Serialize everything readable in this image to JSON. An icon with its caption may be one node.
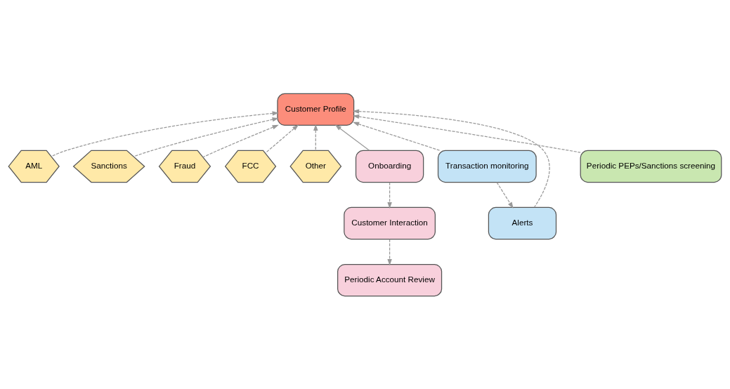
{
  "diagram": {
    "nodes": [
      {
        "text": [
          "Customer Profile"
        ]
      },
      {
        "text": [
          "AML"
        ]
      },
      {
        "text": [
          "Sanctions"
        ]
      },
      {
        "text": [
          "Fraud"
        ]
      },
      {
        "text": [
          "FCC"
        ]
      },
      {
        "text": [
          "Other"
        ]
      },
      {
        "text": [
          "Onboarding"
        ]
      },
      {
        "text": [
          "Customer Interaction"
        ]
      },
      {
        "text": [
          "Periodic Account Review"
        ]
      },
      {
        "text": [
          "Transaction monitoring"
        ]
      },
      {
        "text": [
          "Alerts"
        ]
      },
      {
        "text": [
          "Periodic PEPs/Sanctions screening"
        ]
      }
    ],
    "edges": [
      {
        "from": 6,
        "to": 0,
        "arrow": "to"
      },
      {
        "from": 10,
        "to": 0,
        "arrow": "to",
        "style": "dashed"
      },
      {
        "from": 9,
        "to": 0,
        "arrow": "to",
        "style": "dashed"
      },
      {
        "from": 11,
        "to": 0,
        "arrow": "to",
        "style": "dashed"
      },
      {
        "from": 1,
        "to": 0,
        "arrow": "to",
        "style": "dashed"
      },
      {
        "from": 2,
        "to": 0,
        "arrow": "to",
        "style": "dashed"
      },
      {
        "from": 3,
        "to": 0,
        "arrow": "to",
        "style": "dashed"
      },
      {
        "from": 4,
        "to": 0,
        "arrow": "to",
        "style": "dashed"
      },
      {
        "from": 5,
        "to": 0,
        "arrow": "to",
        "style": "dashed"
      },
      {
        "from": 6,
        "to": 7,
        "arrow": "to",
        "style": "dashed"
      },
      {
        "from": 7,
        "to": 8,
        "arrow": "to",
        "style": "dashed"
      },
      {
        "from": 9,
        "to": 10,
        "arrow": "to",
        "style": "dashed"
      }
    ]
  }
}
